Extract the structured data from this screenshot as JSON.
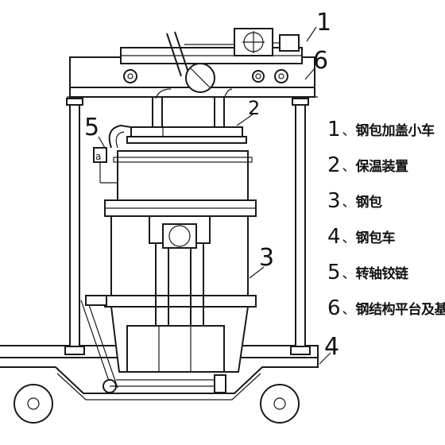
{
  "callouts": {
    "c1": "1",
    "c2": "2",
    "c3": "3",
    "c4": "4",
    "c5": "5",
    "c6": "6",
    "small_a": "a"
  },
  "legend": [
    {
      "number": "1",
      "separator": "、",
      "text": "钢包加盖小车"
    },
    {
      "number": "2",
      "separator": "、",
      "text": "保温装置"
    },
    {
      "number": "3",
      "separator": "、",
      "text": "钢包"
    },
    {
      "number": "4",
      "separator": "、",
      "text": "钢包车"
    },
    {
      "number": "5",
      "separator": "、",
      "text": "转轴铰链"
    },
    {
      "number": "6",
      "separator": "、",
      "text": "钢结构平台及基础"
    }
  ]
}
